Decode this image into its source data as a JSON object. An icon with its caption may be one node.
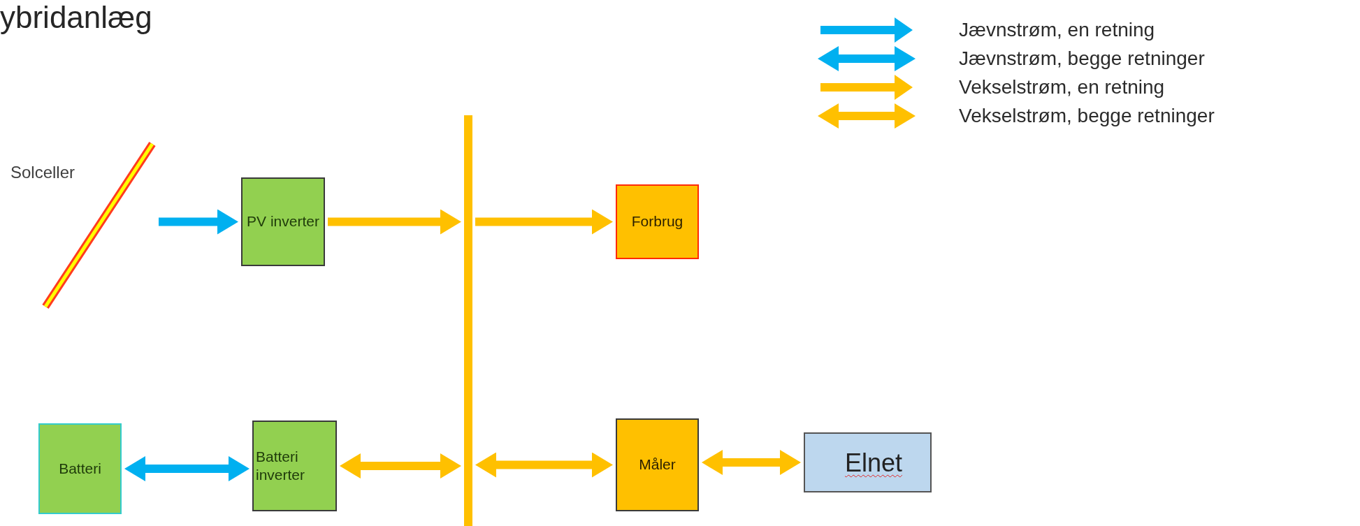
{
  "diagram": {
    "title": "ybridanlæg",
    "nodes": [
      {
        "text": [
          "Solceller"
        ]
      },
      {
        "text": [
          "PV inverter"
        ]
      },
      {
        "text": [],
        "shape": "bar"
      },
      {
        "text": [
          "Forbrug"
        ]
      },
      {
        "text": [
          "Batteri"
        ]
      },
      {
        "text": [
          "Batteri inverter"
        ]
      },
      {
        "text": [
          "Måler"
        ]
      },
      {
        "text": [
          "Elnet"
        ]
      }
    ],
    "edges": [
      {
        "from": 0,
        "to": 1,
        "arrow": "to",
        "color": "#00b0f0"
      },
      {
        "from": 1,
        "to": 2,
        "arrow": "to"
      },
      {
        "from": 2,
        "to": 3,
        "arrow": "to"
      },
      {
        "from": 4,
        "to": 5,
        "arrow": "both",
        "color": "#00b0f0"
      },
      {
        "from": 5,
        "to": 2,
        "arrow": "both"
      },
      {
        "from": 2,
        "to": 6,
        "arrow": "both"
      },
      {
        "from": 6,
        "to": 7,
        "arrow": "both"
      }
    ],
    "legend": [
      {
        "text": "Jævnstrøm, en retning",
        "color": "#00b0f0"
      },
      {
        "text": "Jævnstrøm, begge retninger",
        "color": "#00b0f0"
      },
      {
        "text": "Vekselstrøm, en retning",
        "color": "#ffc000"
      },
      {
        "text": "Vekselstrøm, begge retninger",
        "color": "#ffc000"
      }
    ]
  }
}
